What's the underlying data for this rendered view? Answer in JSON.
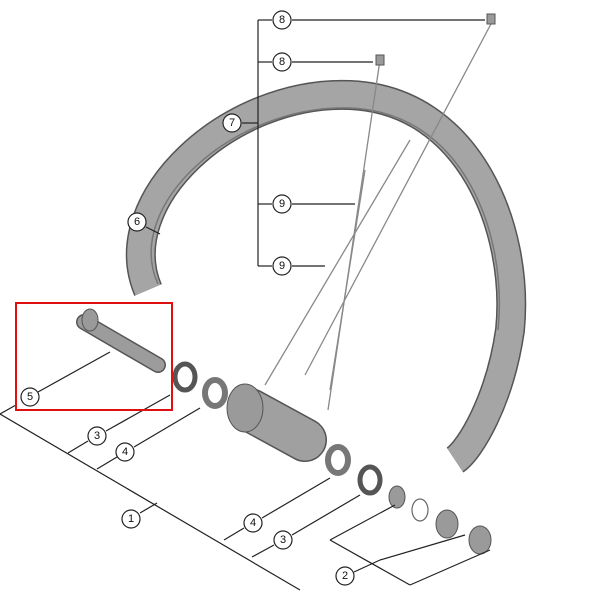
{
  "diagram": {
    "title": "Wheel exploded parts diagram",
    "callouts": [
      "8",
      "8",
      "7",
      "9",
      "9",
      "6",
      "5",
      "3",
      "4",
      "1",
      "4",
      "3",
      "2"
    ],
    "highlight_color": "#e01010",
    "highlighted_part": "5"
  }
}
